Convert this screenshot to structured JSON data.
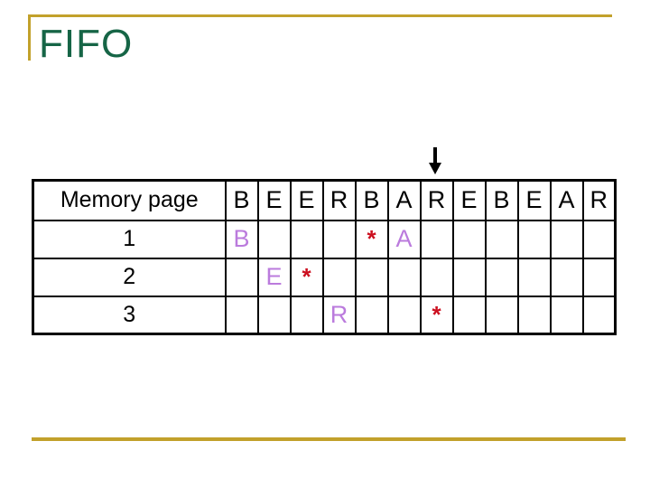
{
  "slide": {
    "title": "FIFO"
  },
  "accents": {
    "gold": "#c2a12b",
    "title_green": "#166546"
  },
  "table": {
    "header_label": "Memory page",
    "reference_string": [
      "B",
      "E",
      "E",
      "R",
      "B",
      "A",
      "R",
      "E",
      "B",
      "E",
      "A",
      "R"
    ],
    "rows": [
      {
        "label": "1",
        "cells": [
          {
            "col": 1,
            "text": "B",
            "kind": "page"
          },
          {
            "col": 5,
            "text": "*",
            "kind": "fault"
          },
          {
            "col": 6,
            "text": "A",
            "kind": "page"
          }
        ]
      },
      {
        "label": "2",
        "cells": [
          {
            "col": 2,
            "text": "E",
            "kind": "page"
          },
          {
            "col": 3,
            "text": "*",
            "kind": "fault"
          }
        ]
      },
      {
        "label": "3",
        "cells": [
          {
            "col": 4,
            "text": "R",
            "kind": "page"
          },
          {
            "col": 7,
            "text": "*",
            "kind": "fault"
          }
        ]
      }
    ],
    "colors": {
      "page_letter": "#bb7bdd",
      "fault_marker": "#cc1020",
      "header_text": "#000000",
      "border": "#000000"
    }
  },
  "arrow": {
    "points_to_column": 7
  }
}
